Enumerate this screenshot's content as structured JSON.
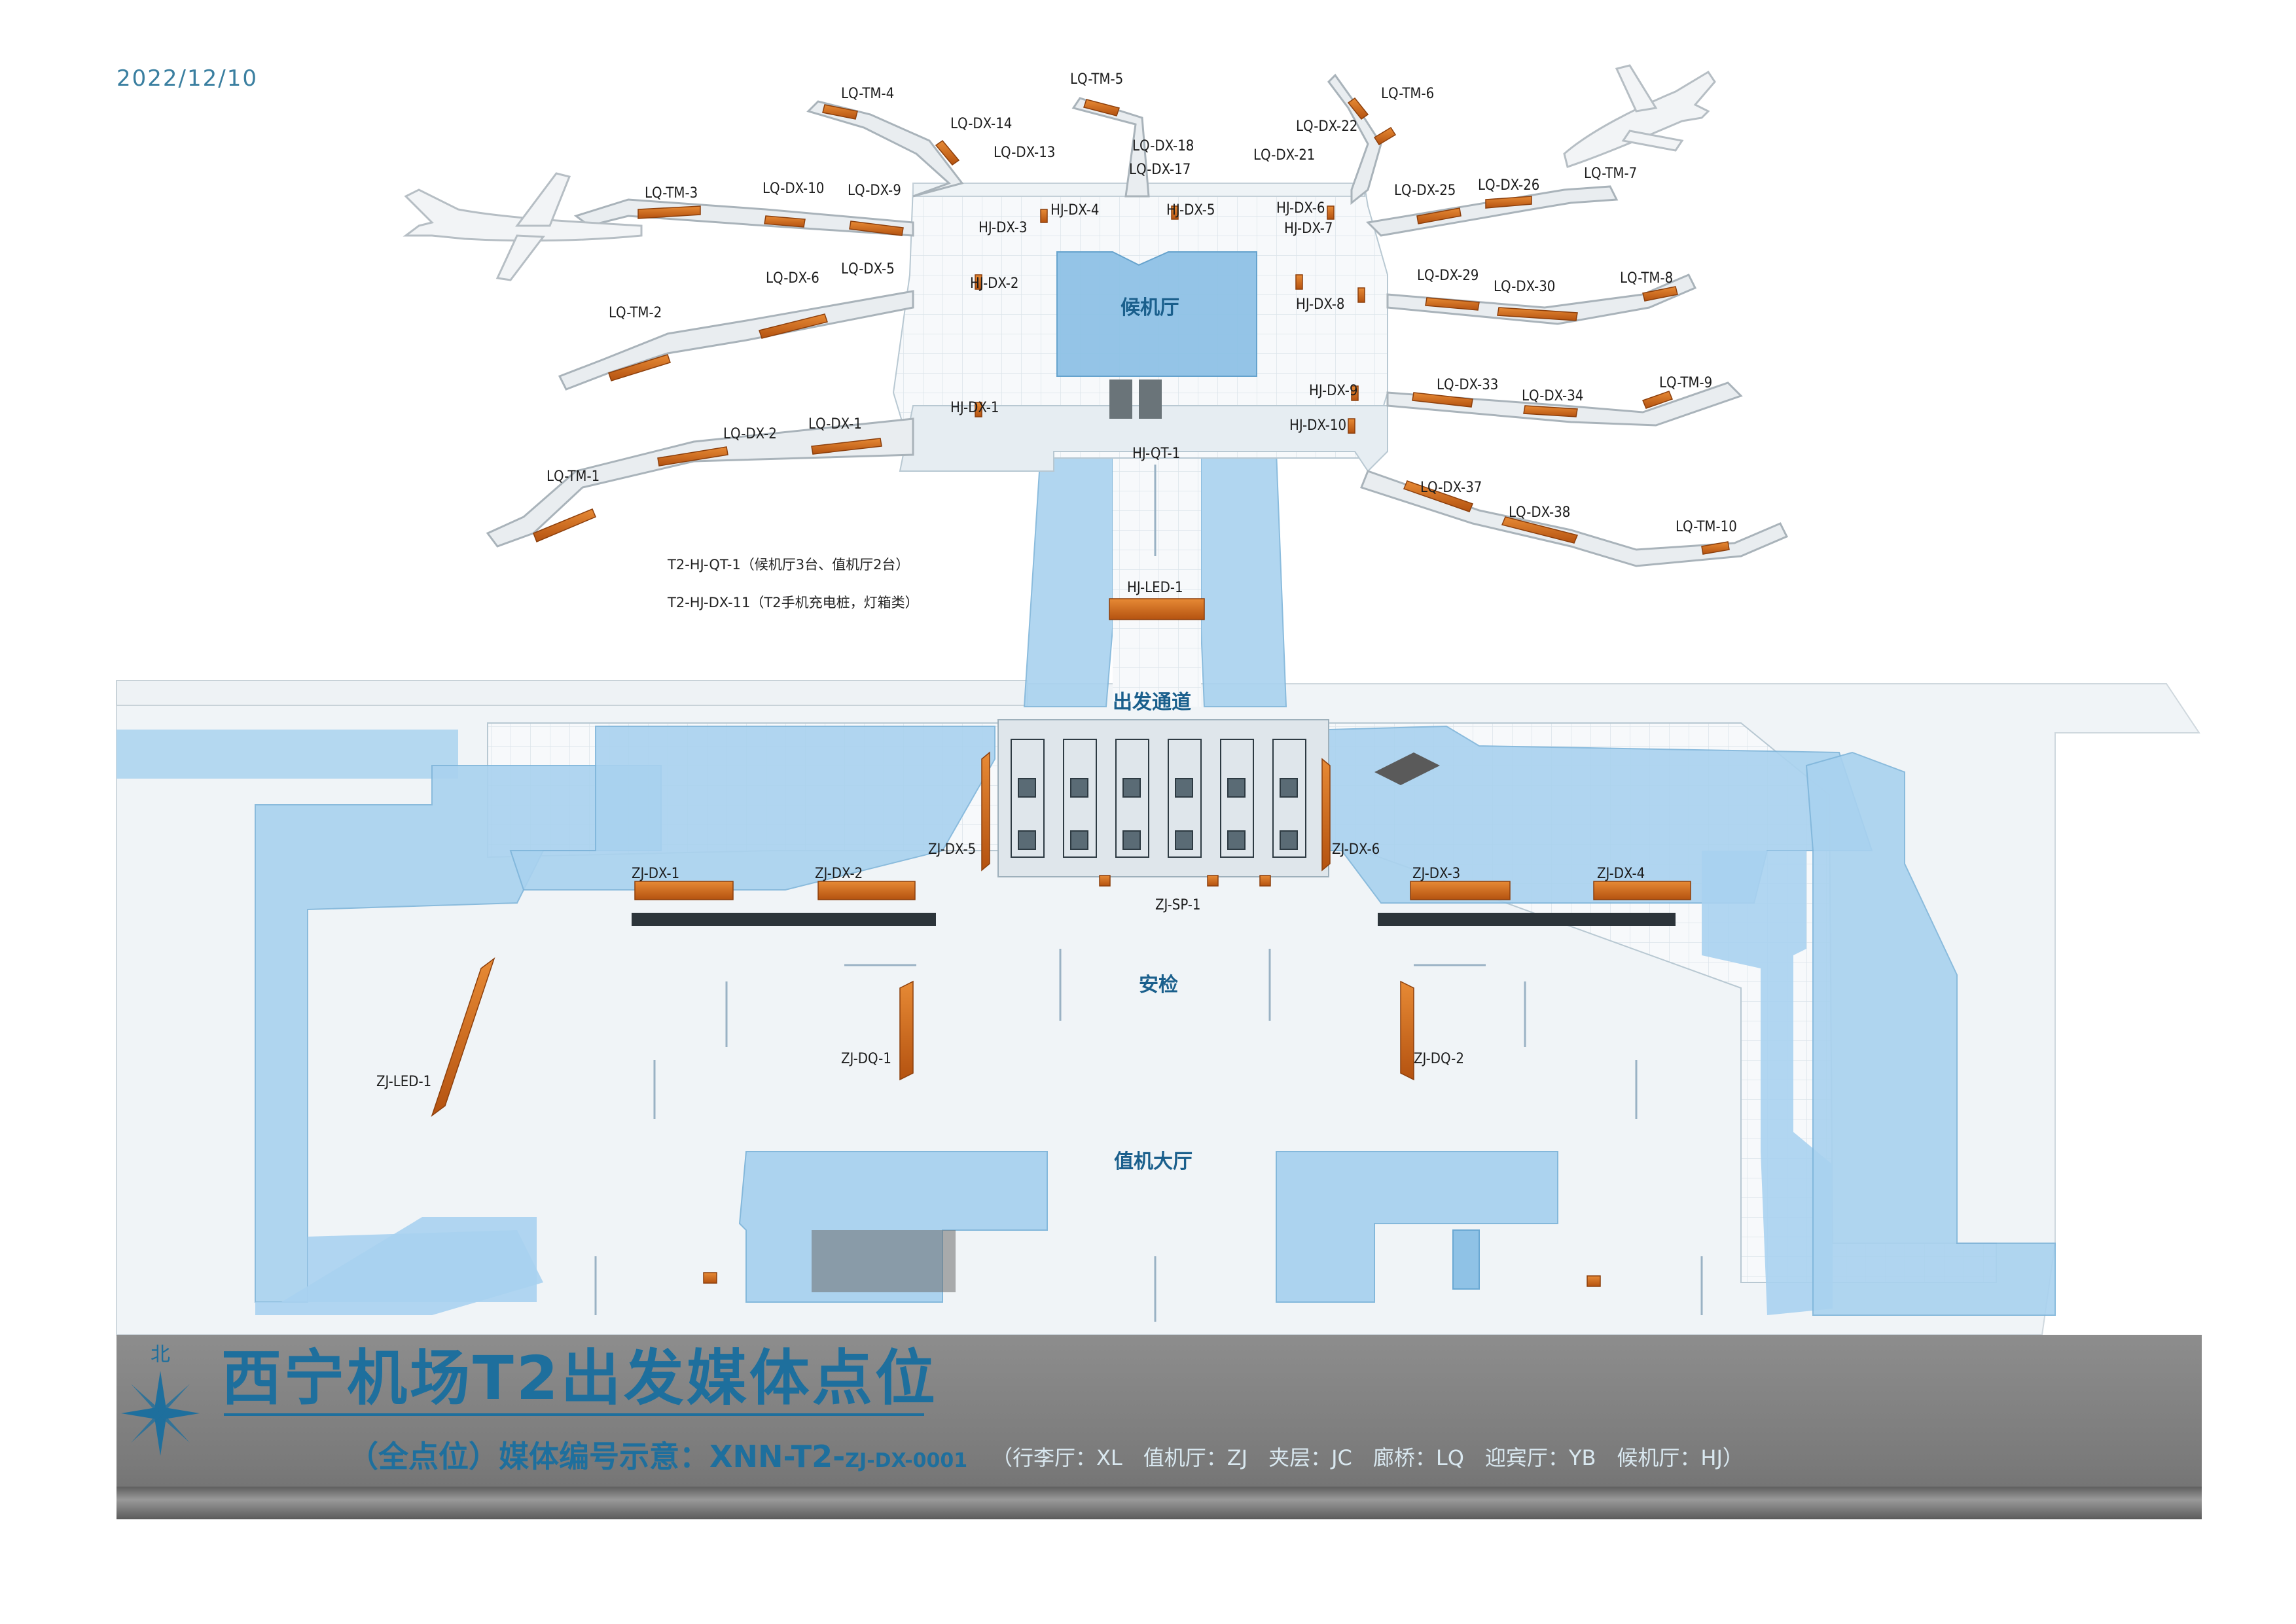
{
  "date": "2022/12/10",
  "zones": {
    "gate_hall": "候机厅",
    "departure_corridor": "出发通道",
    "security": "安检",
    "checkin_hall": "值机大厅"
  },
  "notes": [
    "T2-HJ-QT-1（候机厅3台、值机厅2台）",
    "T2-HJ-DX-11（T2手机充电桩，灯箱类）"
  ],
  "media_points": [
    "LQ-TM-1",
    "LQ-TM-2",
    "LQ-TM-3",
    "LQ-TM-4",
    "LQ-TM-5",
    "LQ-TM-6",
    "LQ-TM-7",
    "LQ-TM-8",
    "LQ-TM-9",
    "LQ-TM-10",
    "LQ-DX-1",
    "LQ-DX-2",
    "LQ-DX-5",
    "LQ-DX-6",
    "LQ-DX-9",
    "LQ-DX-10",
    "LQ-DX-13",
    "LQ-DX-14",
    "LQ-DX-17",
    "LQ-DX-18",
    "LQ-DX-21",
    "LQ-DX-22",
    "LQ-DX-25",
    "LQ-DX-26",
    "LQ-DX-29",
    "LQ-DX-30",
    "LQ-DX-33",
    "LQ-DX-34",
    "LQ-DX-37",
    "LQ-DX-38",
    "HJ-DX-1",
    "HJ-DX-2",
    "HJ-DX-3",
    "HJ-DX-4",
    "HJ-DX-5",
    "HJ-DX-6",
    "HJ-DX-7",
    "HJ-DX-8",
    "HJ-DX-9",
    "HJ-DX-10",
    "HJ-QT-1",
    "HJ-LED-1",
    "ZJ-DX-1",
    "ZJ-DX-2",
    "ZJ-DX-3",
    "ZJ-DX-4",
    "ZJ-DX-5",
    "ZJ-DX-6",
    "ZJ-SP-1",
    "ZJ-DQ-1",
    "ZJ-DQ-2",
    "ZJ-LED-1"
  ],
  "banner": {
    "compass": "北",
    "title": "西宁机场T2出发媒体点位",
    "subtitle_main": "（全点位）媒体编号示意：XNN-T2-",
    "subtitle_code": "ZJ-DX-0001",
    "codes": "（行李厅：XL　值机厅：ZJ　夹层：JC　廊桥：LQ　迎宾厅：YB　候机厅：HJ）"
  },
  "colors": {
    "glass_blue": "#a9d2ef",
    "media_orange": "#d9691c",
    "title_blue": "#1e6f9d",
    "banner_gray": "#868686"
  }
}
